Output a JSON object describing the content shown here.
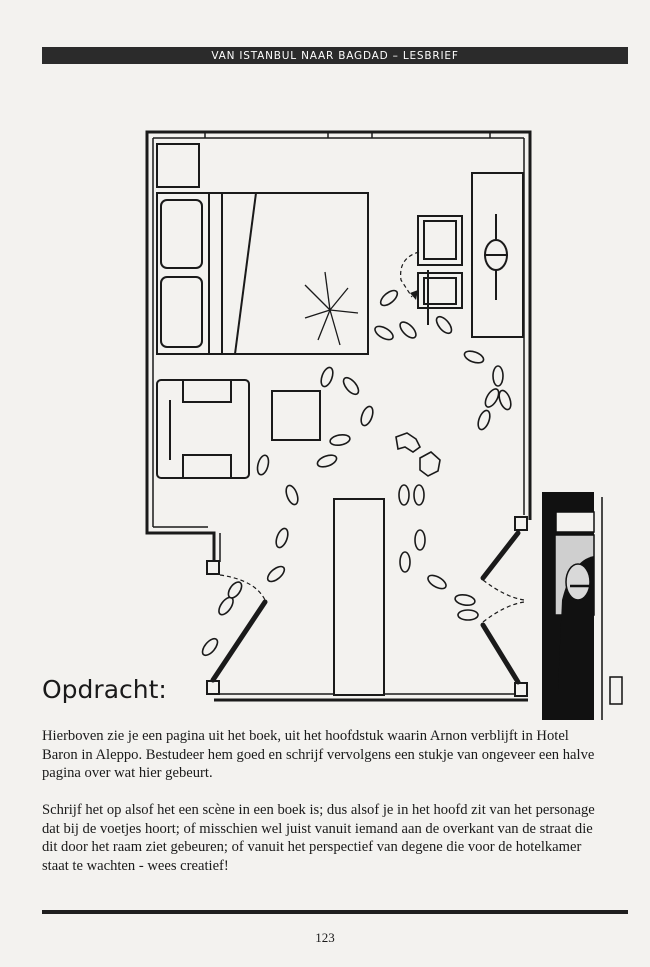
{
  "header": {
    "title": "VAN ISTANBUL NAAR BAGDAD – LESBRIEF"
  },
  "content": {
    "heading": "Opdracht:",
    "paragraphs": [
      "Hierboven zie je een pagina uit het boek, uit het hoofdstuk waarin Arnon verblijft in Hotel Baron in Aleppo. Bestudeer hem goed en schrijf vervolgens een stukje van ongeveer een halve pagina over wat hier gebeurt.",
      "Schrijf het op alsof het een scène in een boek is; dus alsof je in het hoofd zit van het personage dat bij de voetjes hoort; of misschien wel juist vanuit iemand aan de overkant van de straat die dit door het raam ziet gebeuren; of vanuit het perspectief van degene die voor de hotelkamer staat te wachten - wees creatief!"
    ]
  },
  "footer": {
    "page_number": "123"
  },
  "illustration": {
    "icons": [
      "bed-icon",
      "armchair-icon",
      "table-icon",
      "desk-icon",
      "chair-icon",
      "lamp-icon",
      "footprints-icon",
      "hand-prints-icon",
      "door-icon",
      "figure-icon"
    ]
  }
}
